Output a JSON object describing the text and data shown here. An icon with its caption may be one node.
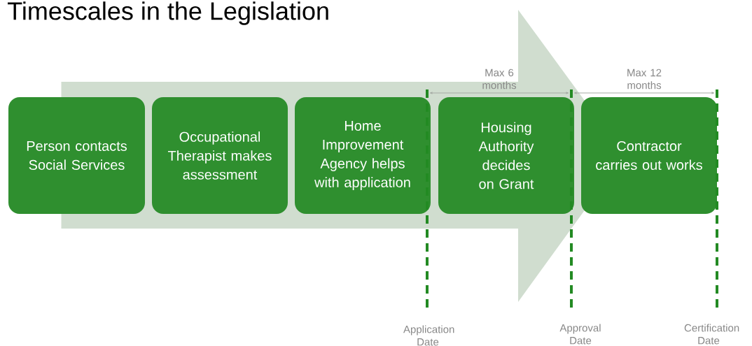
{
  "diagram": {
    "title": "Timescales in the Legislation",
    "nodes": [
      {
        "text": [
          "Person contacts Social Services"
        ]
      },
      {
        "text": [
          "Occupational Therapist makes assessment"
        ]
      },
      {
        "text": [
          "Home Improvement Agency helps with application"
        ]
      },
      {
        "text": [
          "Housing Authority decides on Grant"
        ]
      },
      {
        "text": [
          "Contractor carries out works"
        ]
      }
    ],
    "edges": [
      {
        "from": 0,
        "to": 4,
        "arrow": "to"
      }
    ],
    "labels": [
      "Max 6 months",
      "Max 12 months",
      "Application Date",
      "Approval Date",
      "Certification Date"
    ]
  }
}
